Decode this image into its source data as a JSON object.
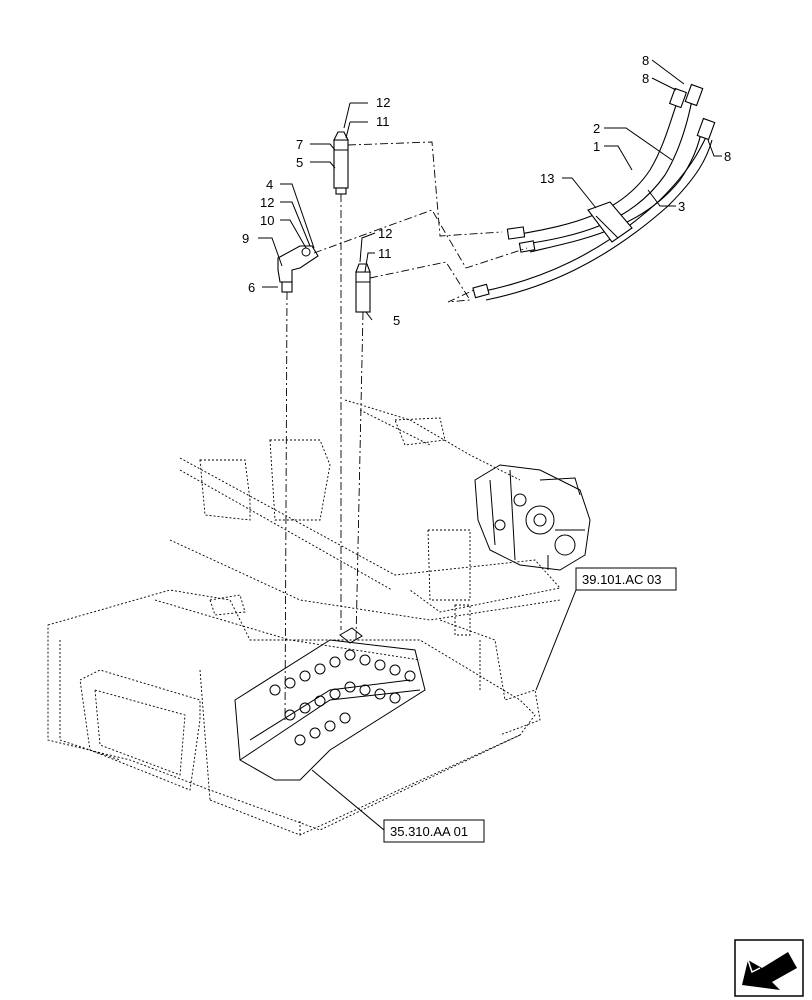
{
  "callouts": {
    "c12a": "12",
    "c11a": "11",
    "c7": "7",
    "c5a": "5",
    "c4": "4",
    "c12b": "12",
    "c10": "10",
    "c9": "9",
    "c6": "6",
    "c12c": "12",
    "c11b": "11",
    "c5b": "5",
    "c8a": "8",
    "c8b": "8",
    "c8c": "8",
    "c2": "2",
    "c1": "1",
    "c13": "13",
    "c3": "3"
  },
  "references": {
    "ref_top": "39.101.AC 03",
    "ref_bottom": "35.310.AA 01"
  },
  "nav_icon": "navigation-arrow-icon"
}
